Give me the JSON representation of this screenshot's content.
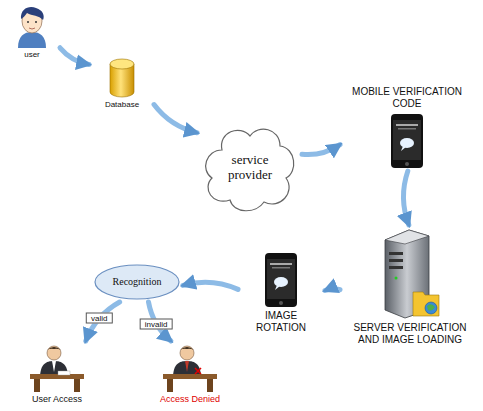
{
  "diagram": {
    "nodes": [
      {
        "text": [
          "user"
        ]
      },
      {
        "text": [
          "Database"
        ]
      },
      {
        "text": [
          "service provider"
        ]
      },
      {
        "text": [
          "MOBILE VERIFICATION CODE"
        ]
      },
      {
        "text": [
          "SERVER VERIFICATION AND IMAGE LOADING"
        ]
      },
      {
        "text": [
          "IMAGE ROTATION"
        ]
      },
      {
        "text": [
          "Recognition"
        ]
      },
      {
        "text": [
          "User Access"
        ]
      },
      {
        "text": [
          "Access Denied"
        ]
      }
    ],
    "edges": [
      {
        "from": 0,
        "to": 1,
        "arrow": "to"
      },
      {
        "from": 1,
        "to": 2,
        "arrow": "to"
      },
      {
        "from": 2,
        "to": 3,
        "arrow": "to"
      },
      {
        "from": 3,
        "to": 4,
        "arrow": "to"
      },
      {
        "from": 4,
        "to": 5,
        "arrow": "to"
      },
      {
        "from": 5,
        "to": 6,
        "arrow": "to"
      },
      {
        "from": 6,
        "to": 7,
        "label": "valid",
        "arrow": "to"
      },
      {
        "from": 6,
        "to": 8,
        "label": "invalid",
        "arrow": "to"
      }
    ]
  }
}
